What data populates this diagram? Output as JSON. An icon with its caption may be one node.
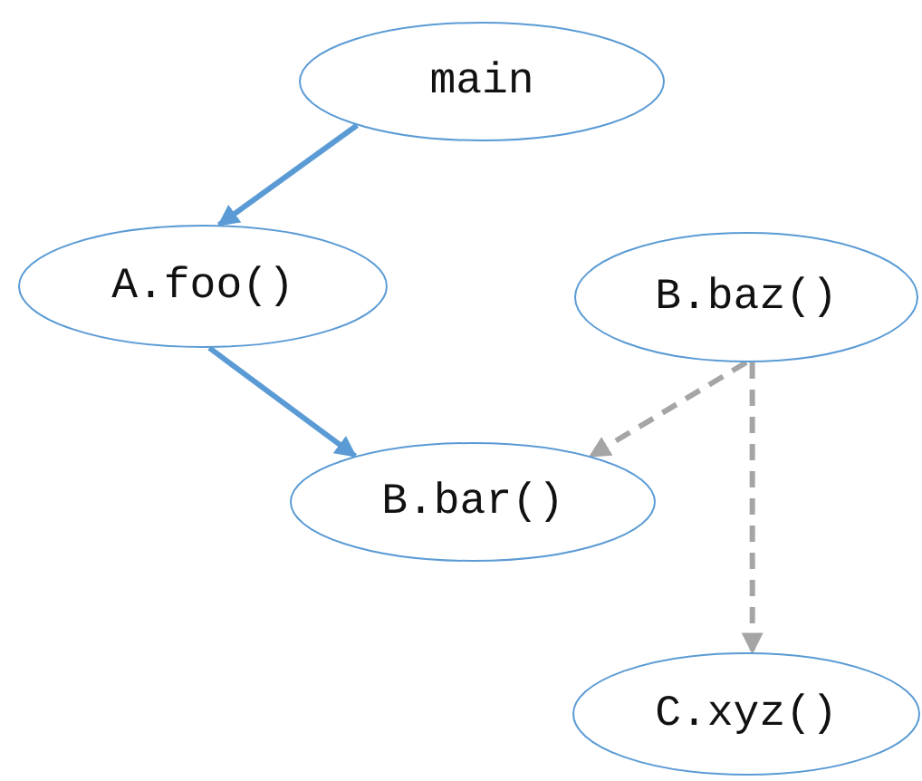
{
  "diagram": {
    "nodes": [
      {
        "text": [
          "main"
        ]
      },
      {
        "text": [
          "A.foo()"
        ]
      },
      {
        "text": [
          "B.baz()"
        ]
      },
      {
        "text": [
          "B.bar()"
        ]
      },
      {
        "text": [
          "C.xyz()"
        ]
      }
    ],
    "edges": [
      {
        "from": 0,
        "to": 1,
        "arrow": "to"
      },
      {
        "from": 1,
        "to": 3,
        "arrow": "to"
      },
      {
        "from": 2,
        "to": 3,
        "arrow": "to",
        "style": "dashed",
        "color": "#a5a5a5"
      },
      {
        "from": 2,
        "to": 4,
        "arrow": "to",
        "style": "dashed",
        "color": "#a5a5a5"
      }
    ]
  }
}
